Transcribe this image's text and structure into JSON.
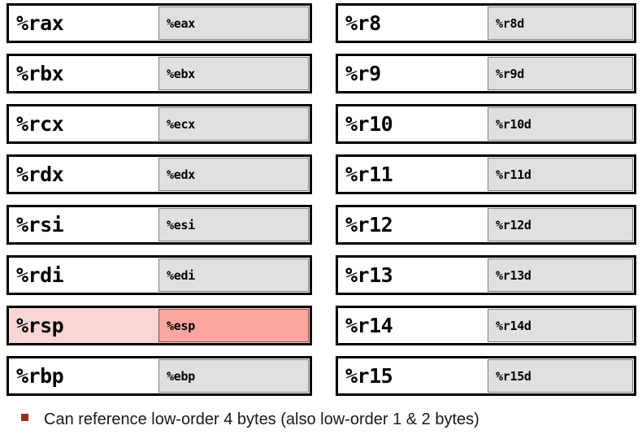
{
  "slide": {
    "title_remnant": "",
    "bullet": {
      "marker": "square-bullet",
      "marker_color": "#9e2b25",
      "text": "Can reference low-order 4 bytes (also low-order 1 & 2 bytes)"
    }
  },
  "colors": {
    "row_border": "#000000",
    "row_fill": "#ffffff",
    "sub_fill": "#e0e0e0",
    "sub_border": "#7f7f7f",
    "highlight_row_fill": "#f9d6d3",
    "highlight_sub_fill": "#fba69e",
    "highlight_sub_border": "#8a4a45",
    "bullet": "#9e2b25",
    "text": "#000000"
  },
  "registers": {
    "left_column": [
      {
        "name64": "%rax",
        "name32": "%eax",
        "highlight": false
      },
      {
        "name64": "%rbx",
        "name32": "%ebx",
        "highlight": false
      },
      {
        "name64": "%rcx",
        "name32": "%ecx",
        "highlight": false
      },
      {
        "name64": "%rdx",
        "name32": "%edx",
        "highlight": false
      },
      {
        "name64": "%rsi",
        "name32": "%esi",
        "highlight": false
      },
      {
        "name64": "%rdi",
        "name32": "%edi",
        "highlight": false
      },
      {
        "name64": "%rsp",
        "name32": "%esp",
        "highlight": true
      },
      {
        "name64": "%rbp",
        "name32": "%ebp",
        "highlight": false
      }
    ],
    "right_column": [
      {
        "name64": "%r8",
        "name32": "%r8d",
        "highlight": false
      },
      {
        "name64": "%r9",
        "name32": "%r9d",
        "highlight": false
      },
      {
        "name64": "%r10",
        "name32": "%r10d",
        "highlight": false
      },
      {
        "name64": "%r11",
        "name32": "%r11d",
        "highlight": false
      },
      {
        "name64": "%r12",
        "name32": "%r12d",
        "highlight": false
      },
      {
        "name64": "%r13",
        "name32": "%r13d",
        "highlight": false
      },
      {
        "name64": "%r14",
        "name32": "%r14d",
        "highlight": false
      },
      {
        "name64": "%r15",
        "name32": "%r15d",
        "highlight": false
      }
    ]
  }
}
